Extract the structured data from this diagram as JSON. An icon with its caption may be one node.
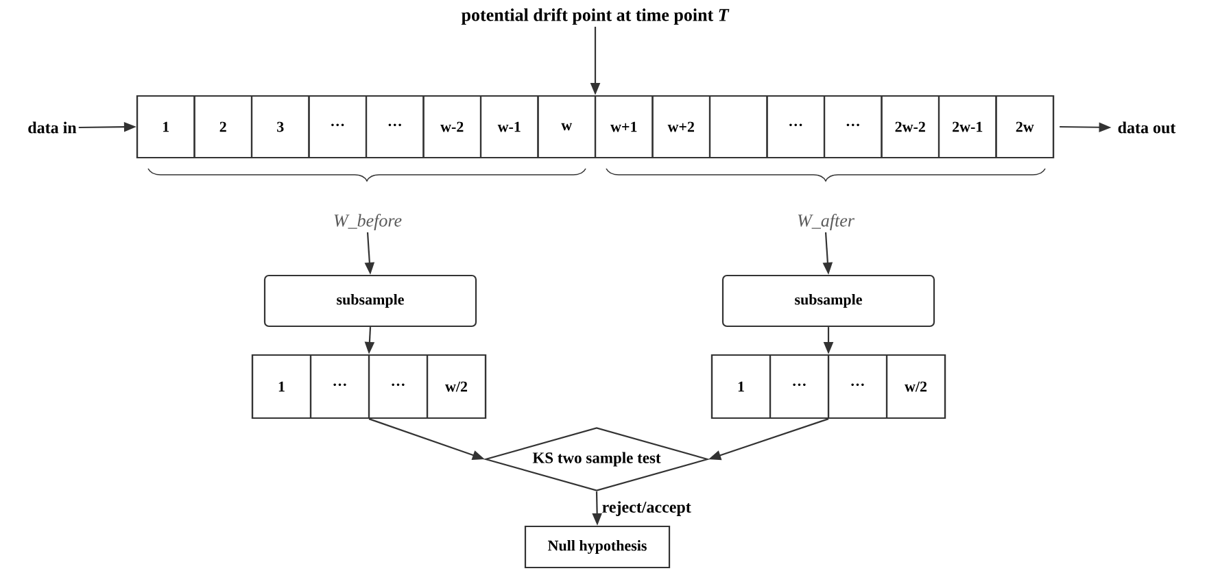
{
  "diagram": {
    "nodes": [
      {
        "text": [
          "potential drift point at time point *T*"
        ]
      },
      {
        "text": [
          "data in"
        ]
      },
      {
        "text": [],
        "shape": "box"
      },
      {
        "text": [
          "1"
        ],
        "in": 2
      },
      {
        "text": [
          "2"
        ],
        "in": 2
      },
      {
        "text": [
          "3"
        ],
        "in": 2
      },
      {
        "text": [
          "···"
        ],
        "in": 2
      },
      {
        "text": [
          "···"
        ],
        "in": 2
      },
      {
        "text": [
          "w-2"
        ],
        "in": 2
      },
      {
        "text": [
          "w-1"
        ],
        "in": 2
      },
      {
        "text": [
          "w"
        ],
        "in": 2
      },
      {
        "text": [
          "w+1"
        ],
        "in": 2
      },
      {
        "text": [
          "w+2"
        ],
        "in": 2
      },
      {
        "text": [],
        "shape": "box",
        "in": 2
      },
      {
        "text": [
          "···"
        ],
        "in": 2
      },
      {
        "text": [
          "···"
        ],
        "in": 2
      },
      {
        "text": [
          "2w-2"
        ],
        "in": 2
      },
      {
        "text": [
          "2w-1"
        ],
        "in": 2
      },
      {
        "text": [
          "2w"
        ],
        "in": 2
      },
      {
        "text": [
          "data out"
        ]
      },
      {
        "text": [
          "W_before"
        ]
      },
      {
        "text": [
          "W_after"
        ]
      },
      {
        "text": [
          "subsample"
        ]
      },
      {
        "text": [
          "subsample"
        ]
      },
      {
        "text": [],
        "shape": "box"
      },
      {
        "text": [
          "1"
        ],
        "in": 24
      },
      {
        "text": [
          "···"
        ],
        "in": 24
      },
      {
        "text": [
          "···"
        ],
        "in": 24
      },
      {
        "text": [
          "w/2"
        ],
        "in": 24
      },
      {
        "text": [],
        "shape": "box"
      },
      {
        "text": [
          "1"
        ],
        "in": 29
      },
      {
        "text": [
          "···"
        ],
        "in": 29
      },
      {
        "text": [
          "···"
        ],
        "in": 29
      },
      {
        "text": [
          "w/2"
        ],
        "in": 29
      },
      {
        "text": [
          "KS two sample test"
        ]
      },
      {
        "text": [
          "Null hypothesis"
        ]
      }
    ],
    "edges": [
      {
        "from": 0,
        "to": 2,
        "arrow": "to"
      },
      {
        "from": 1,
        "to": 2,
        "arrow": "to"
      },
      {
        "from": 2,
        "to": 19,
        "arrow": "to"
      },
      {
        "from": 20,
        "to": 22,
        "arrow": "to"
      },
      {
        "from": 21,
        "to": 23,
        "arrow": "to"
      },
      {
        "from": 22,
        "to": 24,
        "arrow": "to"
      },
      {
        "from": 23,
        "to": 29,
        "arrow": "to"
      },
      {
        "from": 24,
        "to": 34,
        "arrow": "to"
      },
      {
        "from": 29,
        "to": 34,
        "arrow": "to"
      },
      {
        "from": 34,
        "to": 35,
        "arrow": "to",
        "label": "reject/accept"
      }
    ]
  }
}
